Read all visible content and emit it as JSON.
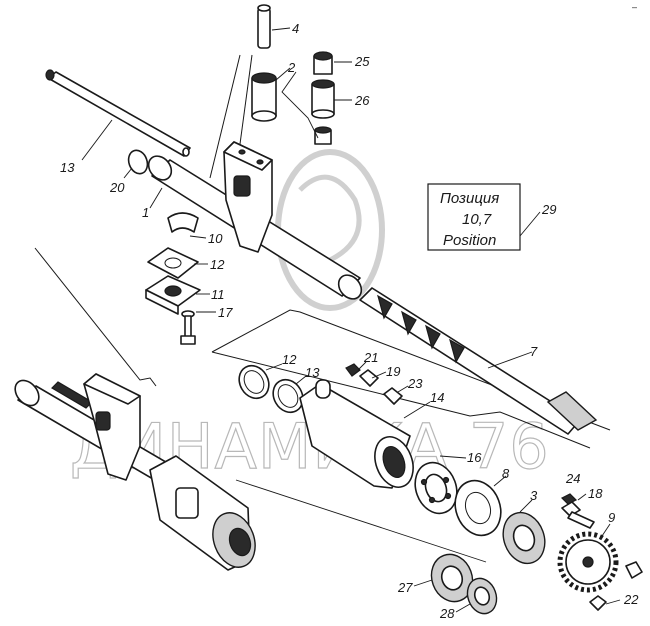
{
  "diagram": {
    "corner_mark": "–",
    "position_box": {
      "line1": "Позиция",
      "line2": "10,7",
      "line3": "Position",
      "ref": "29"
    },
    "watermark": "ДИНАМИКА 76",
    "callouts": {
      "c1": "1",
      "c2": "2",
      "c3": "3",
      "c4": "4",
      "c7": "7",
      "c8": "8",
      "c9": "9",
      "c10": "10",
      "c11": "11",
      "c12a": "12",
      "c12b": "12",
      "c13a": "13",
      "c13b": "13",
      "c14": "14",
      "c16": "16",
      "c17": "17",
      "c18": "18",
      "c19": "19",
      "c20": "20",
      "c21": "21",
      "c22": "22",
      "c23": "23",
      "c24": "24",
      "c25": "25",
      "c26": "26",
      "c27": "27",
      "c28": "28"
    }
  }
}
